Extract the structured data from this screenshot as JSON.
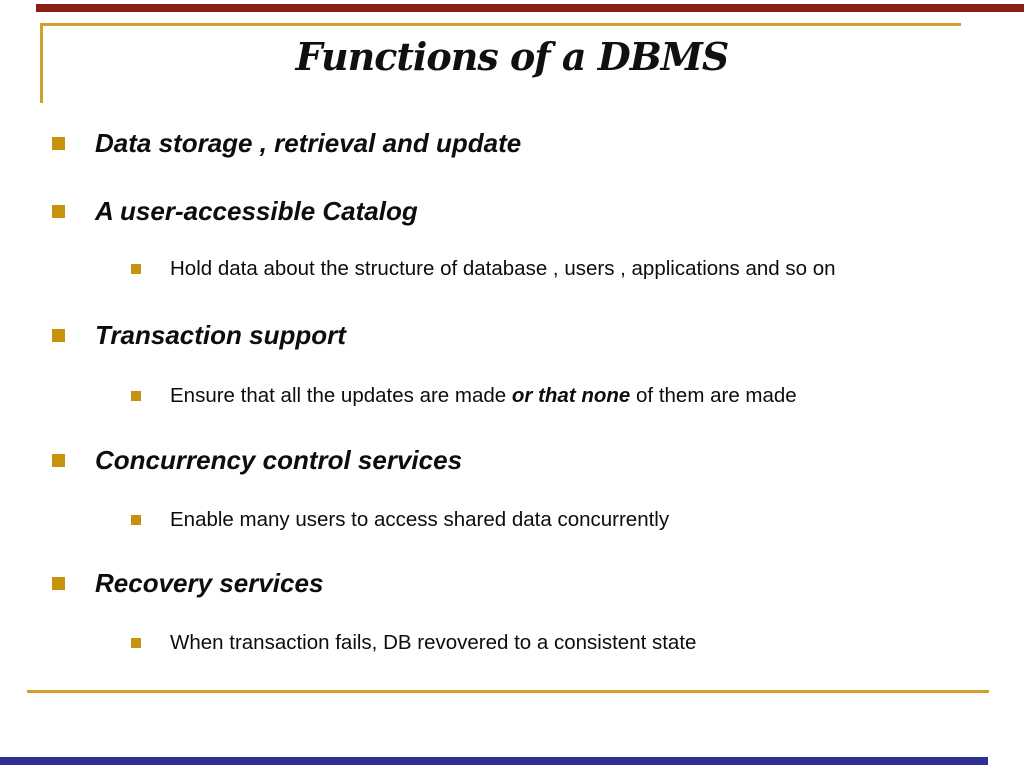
{
  "slide": {
    "title": "Functions of a DBMS",
    "colors": {
      "top_bar_red": "#8c1f15",
      "bottom_bar_blue": "#2e3192",
      "gold_rule": "#d2a02a",
      "gold_bullet": "#c7930f",
      "text": "#0d0d0d"
    },
    "bullets": [
      {
        "level": 1,
        "text": "Data storage , retrieval and update"
      },
      {
        "level": 1,
        "text": "A user-accessible Catalog"
      },
      {
        "level": 2,
        "text": "Hold data about the structure of database , users , applications and so on"
      },
      {
        "level": 1,
        "text": "Transaction support"
      },
      {
        "level": 2,
        "text_before": "Ensure that all the updates are made ",
        "text_emph": "or that none",
        "text_after": " of them are made"
      },
      {
        "level": 1,
        "text": "Concurrency control services"
      },
      {
        "level": 2,
        "text": "Enable many users to access shared data concurrently"
      },
      {
        "level": 1,
        "text": "Recovery services"
      },
      {
        "level": 2,
        "text": "When transaction fails, DB revovered to a consistent state"
      }
    ]
  }
}
